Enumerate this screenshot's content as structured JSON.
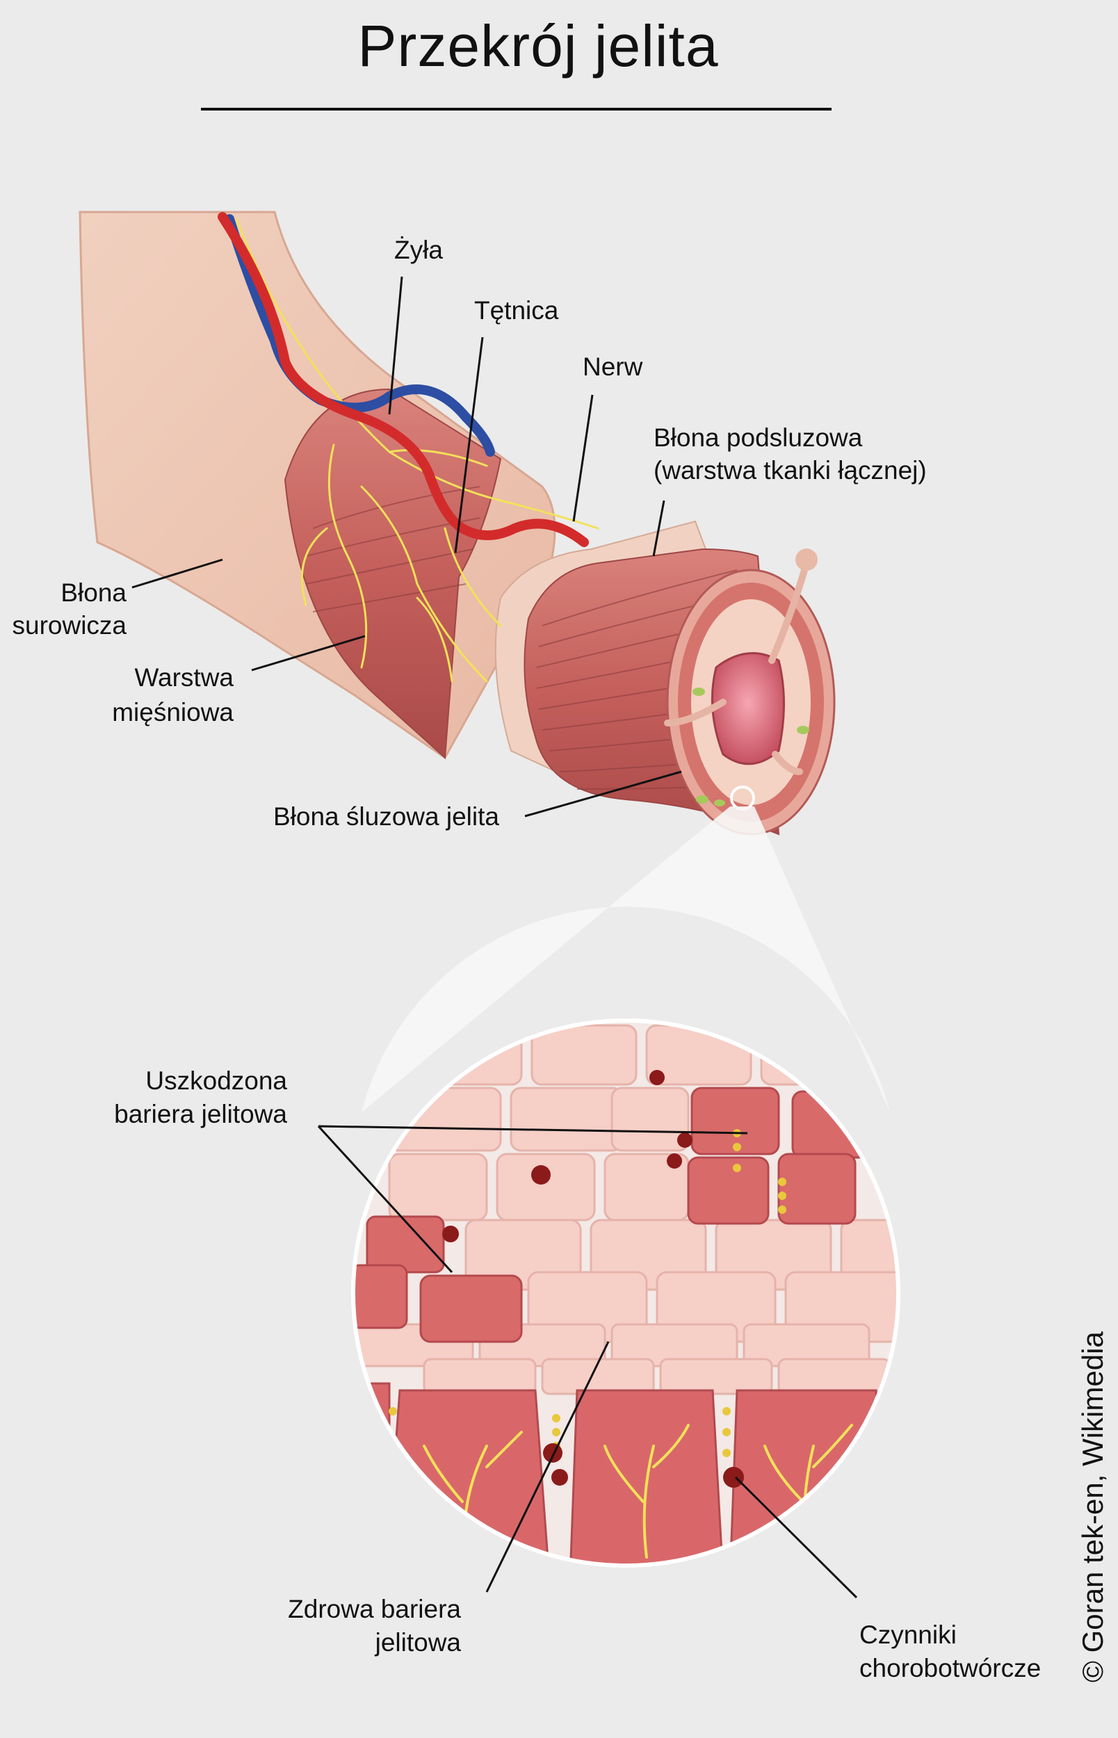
{
  "title": "Przekrój jelita",
  "labels": {
    "zyla": "Żyła",
    "tetnica": "Tętnica",
    "nerw": "Nerw",
    "podsluzowa_1": "Błona podsluzowa",
    "podsluzowa_2": "(warstwa tkanki łącznej)",
    "surowicza_1": "Błona",
    "surowicza_2": "surowicza",
    "miesniowa_1": "Warstwa",
    "miesniowa_2": "mięśniowa",
    "sluzowa": "Błona śluzowa jelita",
    "uszkodzona_1": "Uszkodzona",
    "uszkodzona_2": "bariera jelitowa",
    "zdrowa_1": "Zdrowa bariera",
    "zdrowa_2": "jelitowa",
    "czynniki_1": "Czynniki",
    "czynniki_2": "chorobotwórcze"
  },
  "credit": "© Goran tek-en, Wikimedia",
  "colors": {
    "background": "#ebebeb",
    "serosa": "#f2cbb6",
    "muscle": "#cf6e66",
    "muscle_dark": "#b1524f",
    "submucosa": "#f4d1c0",
    "vein": "#2d4ea3",
    "artery": "#d32b2b",
    "nerve": "#f2e15a",
    "healthy_cell": "#f6cfc7",
    "damaged_cell": "#d96a6a",
    "pathogen": "#8b1a1a"
  }
}
